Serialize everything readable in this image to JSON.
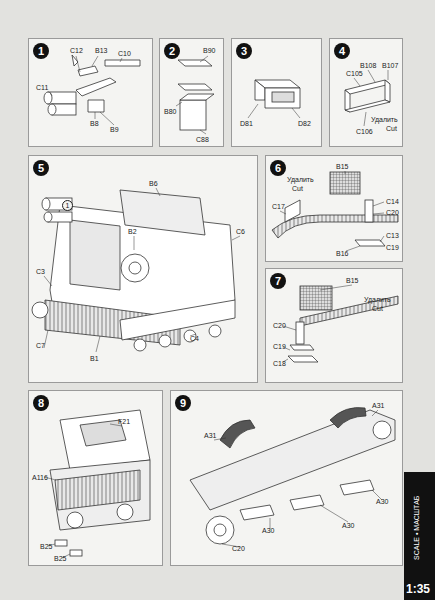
{
  "diagram": {
    "nodes": [
      {
        "text": [
          "1"
        ]
      },
      {
        "text": [
          "2"
        ]
      },
      {
        "text": [
          "3"
        ]
      },
      {
        "text": [
          "4"
        ]
      },
      {
        "text": [
          "5"
        ]
      },
      {
        "text": [
          "6"
        ]
      },
      {
        "text": [
          "7"
        ]
      },
      {
        "text": [
          "8"
        ]
      },
      {
        "text": [
          "9"
        ]
      }
    ],
    "labels": [
      "C12",
      "B13",
      "C10",
      "C11",
      "B8",
      "B9",
      "B90",
      "B80",
      "C88",
      "D81",
      "D82",
      "C105",
      "B108",
      "B107",
      "C106",
      "Удалить",
      "Cut",
      "1",
      "B6",
      "B2",
      "C6",
      "C3",
      "C7",
      "B1",
      "C4",
      "B15",
      "C14",
      "C20",
      "C13",
      "C19",
      "B16",
      "C17",
      "Удалить",
      "Cut",
      "B15",
      "Удалить",
      "Cut",
      "C20",
      "C19",
      "C18",
      "F21",
      "A116",
      "B25",
      "B25",
      "A31",
      "A31",
      "A30",
      "A30",
      "A30",
      "C20",
      "SCALE • МАСШТАБ",
      "1:35"
    ]
  }
}
